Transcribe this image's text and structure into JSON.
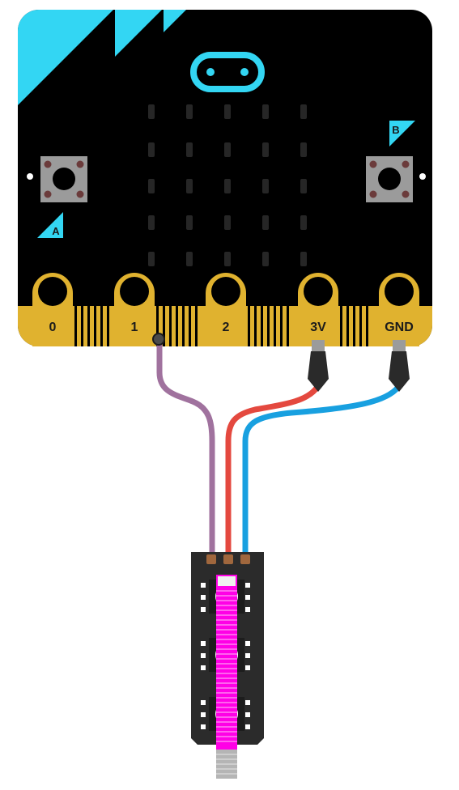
{
  "board": {
    "pins": {
      "p0": "0",
      "p1": "1",
      "p2": "2",
      "p3v": "3V",
      "pgnd": "GND"
    },
    "buttons": {
      "a": "A",
      "b": "B"
    }
  },
  "colors": {
    "board": "#000000",
    "accent": "#33d6f3",
    "gold": "#e0b22f",
    "button_body": "#9b9b9b",
    "wire_signal": "#a0729e",
    "wire_power": "#e4493f",
    "wire_ground": "#18a0e0",
    "ring": "#ff00e6",
    "strip": "#2b2b2b"
  }
}
